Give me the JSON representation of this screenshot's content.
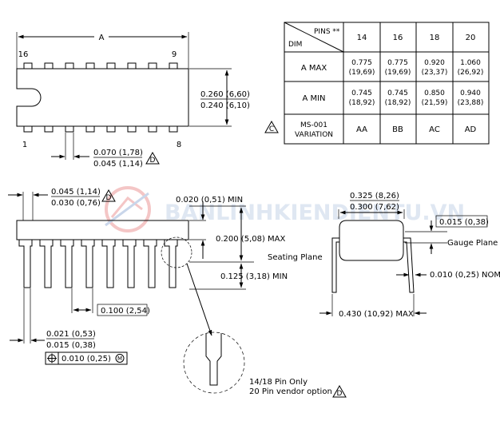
{
  "top_view": {
    "dim_a": "A",
    "pin_16": "16",
    "pin_9": "9",
    "pin_1": "1",
    "pin_8": "8",
    "width_max": "0.260 (6,60)",
    "width_min": "0.240 (6,10)",
    "pitch_max": "0.070 (1,78)",
    "pitch_min": "0.045 (1,14)",
    "note_d": "D"
  },
  "table": {
    "pins_header": "PINS **",
    "dim_header": "DIM",
    "columns": [
      "14",
      "16",
      "18",
      "20"
    ],
    "rows": [
      {
        "label": "A  MAX",
        "values": [
          "0.775\n(19,69)",
          "0.775\n(19,69)",
          "0.920\n(23,37)",
          "1.060\n(26,92)"
        ]
      },
      {
        "label": "A  MIN",
        "values": [
          "0.745\n(18,92)",
          "0.745\n(18,92)",
          "0.850\n(21,59)",
          "0.940\n(23,88)"
        ]
      },
      {
        "label": "MS-001\nVARIATION",
        "values": [
          "AA",
          "BB",
          "AC",
          "AD"
        ]
      }
    ],
    "note_c": "C"
  },
  "side_view": {
    "shoulder_max": "0.045 (1,14)",
    "shoulder_min": "0.030 (0,76)",
    "note_d": "D",
    "standoff_min": "0.020 (0,51) MIN",
    "height_max": "0.200 (5,08) MAX",
    "seating_plane": "Seating Plane",
    "lead_length_min": "0.125 (3,18) MIN",
    "pitch": "0.100 (2,54)",
    "lead_w_max": "0.021 (0,53)",
    "lead_w_min": "0.015 (0,38)",
    "position_tol": "0.010 (0,25)",
    "tol_modifier": "M"
  },
  "end_view": {
    "body_w_max": "0.325 (8,26)",
    "body_w_min": "0.300 (7,62)",
    "gauge_offset": "0.015 (0,38)",
    "gauge_plane": "Gauge Plane",
    "lead_thk_nom": "0.010 (0,25) NOM",
    "span_max": "0.430 (10,92) MAX"
  },
  "detail": {
    "note_line1": "14/18 Pin Only",
    "note_line2": "20 Pin vendor option",
    "note_d": "D"
  },
  "watermark": "BANLINHKIENDIENTU.VN"
}
